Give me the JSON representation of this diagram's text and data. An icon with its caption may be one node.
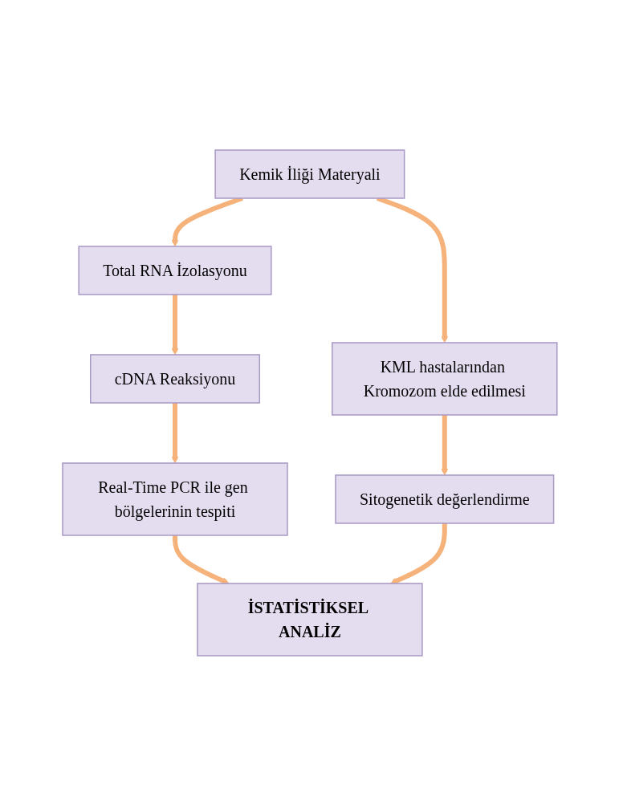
{
  "diagram": {
    "nodes": [
      {
        "text": [
          "Kemik İliği Materyali"
        ]
      },
      {
        "text": [
          "Total RNA İzolasyonu"
        ]
      },
      {
        "text": [
          "cDNA Reaksiyonu"
        ]
      },
      {
        "text": [
          "Real-Time PCR ile gen bölgelerinin tespiti"
        ]
      },
      {
        "text": [
          "KML hastalarından Kromozom elde edilmesi"
        ]
      },
      {
        "text": [
          "Sitogenetik değerlendirme"
        ]
      },
      {
        "text": [
          "İSTATİSTİKSEL ANALİZ"
        ]
      }
    ],
    "edges": [
      {
        "from": 0,
        "to": 1,
        "arrow": "to"
      },
      {
        "from": 1,
        "to": 2,
        "arrow": "to"
      },
      {
        "from": 2,
        "to": 3,
        "arrow": "to"
      },
      {
        "from": 3,
        "to": 6,
        "arrow": "to"
      },
      {
        "from": 0,
        "to": 4,
        "arrow": "to"
      },
      {
        "from": 4,
        "to": 5,
        "arrow": "to"
      },
      {
        "from": 5,
        "to": 6,
        "arrow": "to"
      }
    ]
  }
}
